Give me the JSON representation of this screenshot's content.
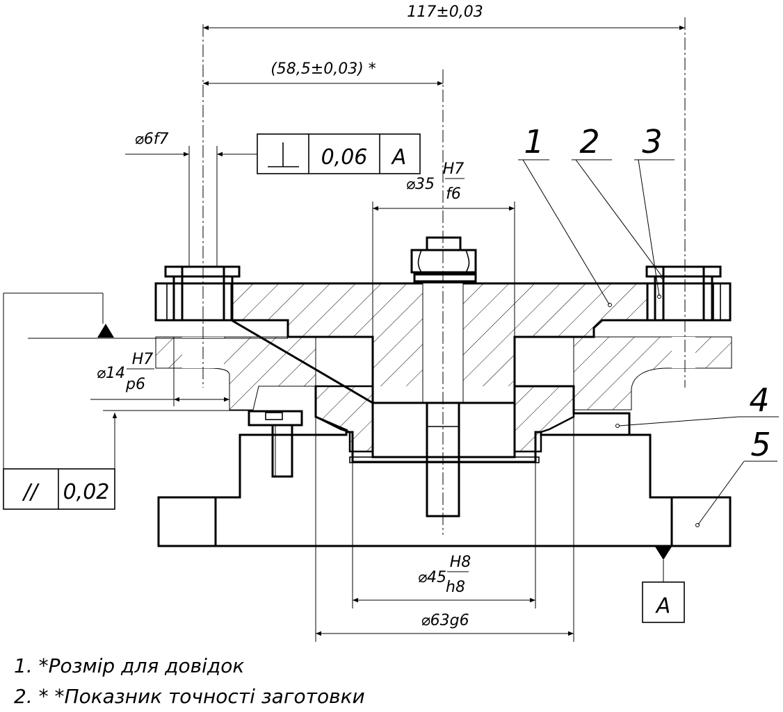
{
  "dimensions": {
    "overall": "117±0,03",
    "half_reference": "(58,5±0,03) *",
    "pin_diameter": "⌀6f7",
    "bolt_fit": {
      "prefix": "⌀35",
      "upper": "H7",
      "lower": "f6"
    },
    "bushing_fit": {
      "prefix": "⌀14",
      "upper": "H7",
      "lower": "p6"
    },
    "boss_fit": {
      "prefix": "⌀45",
      "upper": "H8",
      "lower": "h8"
    },
    "spigot": "⌀63g6"
  },
  "tolerance_frames": {
    "perpendicularity": {
      "symbol": "⊥",
      "value": "0,06",
      "datum": "A"
    },
    "parallelism": {
      "symbol": "//",
      "value": "0,02"
    }
  },
  "datum": {
    "label": "A"
  },
  "callouts": [
    "1",
    "2",
    "3",
    "4",
    "5"
  ],
  "notes": [
    "1.  *Розмір для довідок",
    "2.  * *Показник точності заготовки"
  ]
}
